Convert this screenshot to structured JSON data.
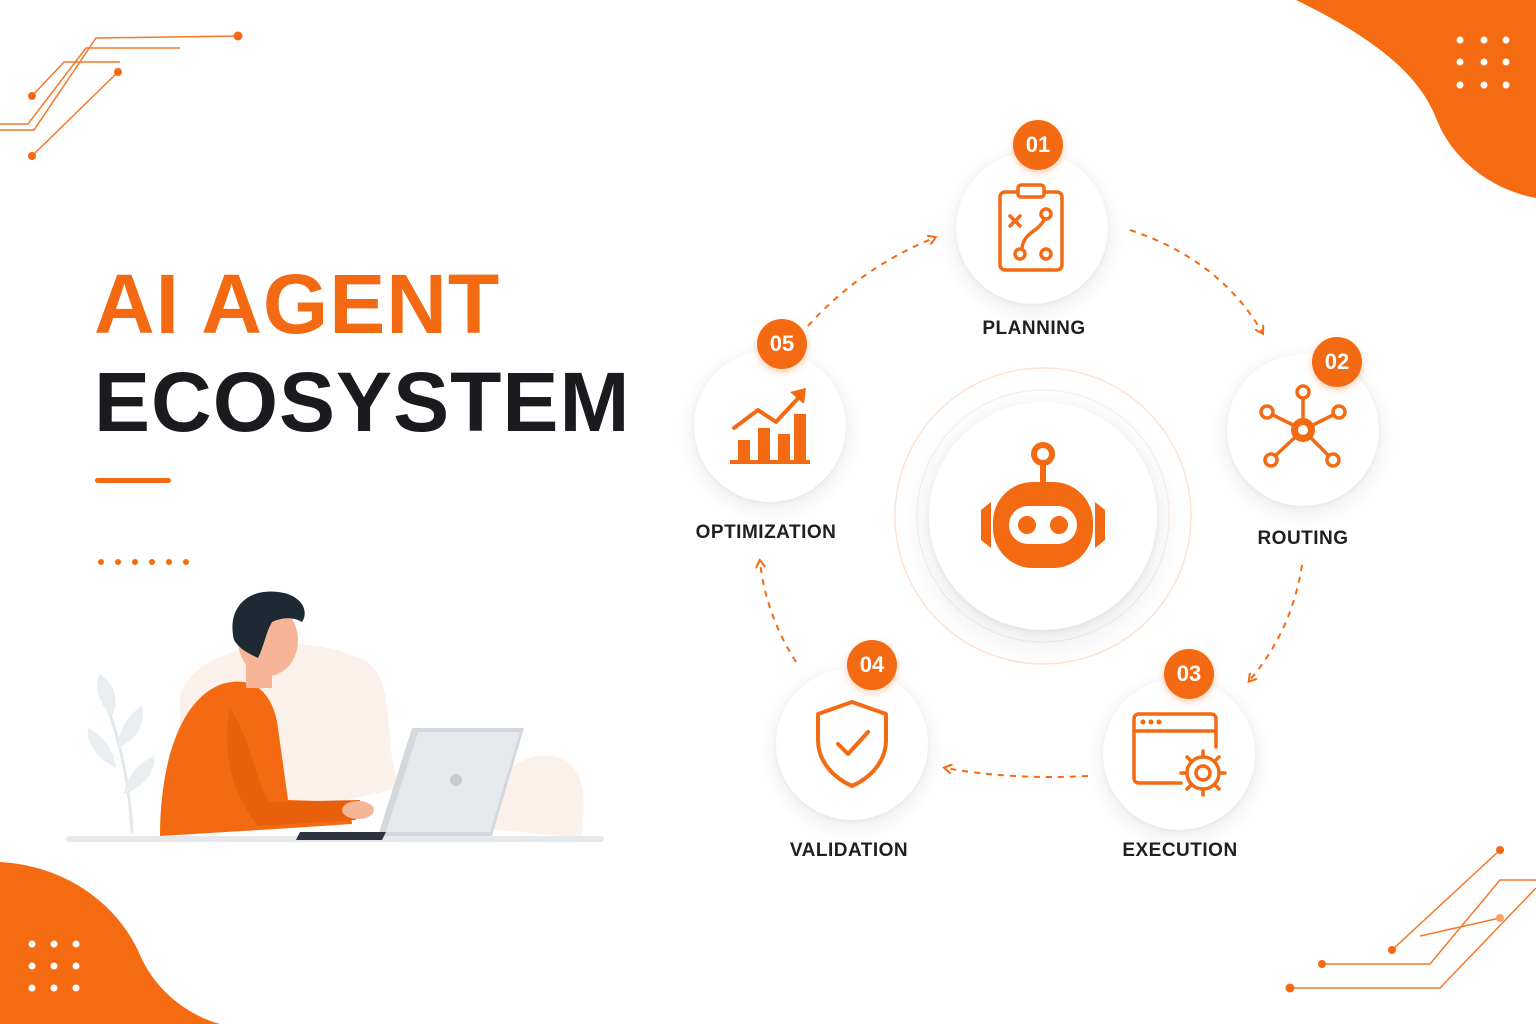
{
  "title": {
    "line1": "AI AGENT",
    "line2": "ECOSYSTEM"
  },
  "colors": {
    "accent": "#f46a13",
    "dark": "#1b1b1f",
    "background": "#ffffff"
  },
  "center": {
    "icon": "robot-icon"
  },
  "steps": [
    {
      "number": "01",
      "label": "PLANNING",
      "icon": "clipboard-strategy-icon"
    },
    {
      "number": "02",
      "label": "ROUTING",
      "icon": "network-hub-icon"
    },
    {
      "number": "03",
      "label": "EXECUTION",
      "icon": "window-gear-icon"
    },
    {
      "number": "04",
      "label": "VALIDATION",
      "icon": "shield-check-icon"
    },
    {
      "number": "05",
      "label": "OPTIMIZATION",
      "icon": "growth-chart-icon"
    }
  ]
}
